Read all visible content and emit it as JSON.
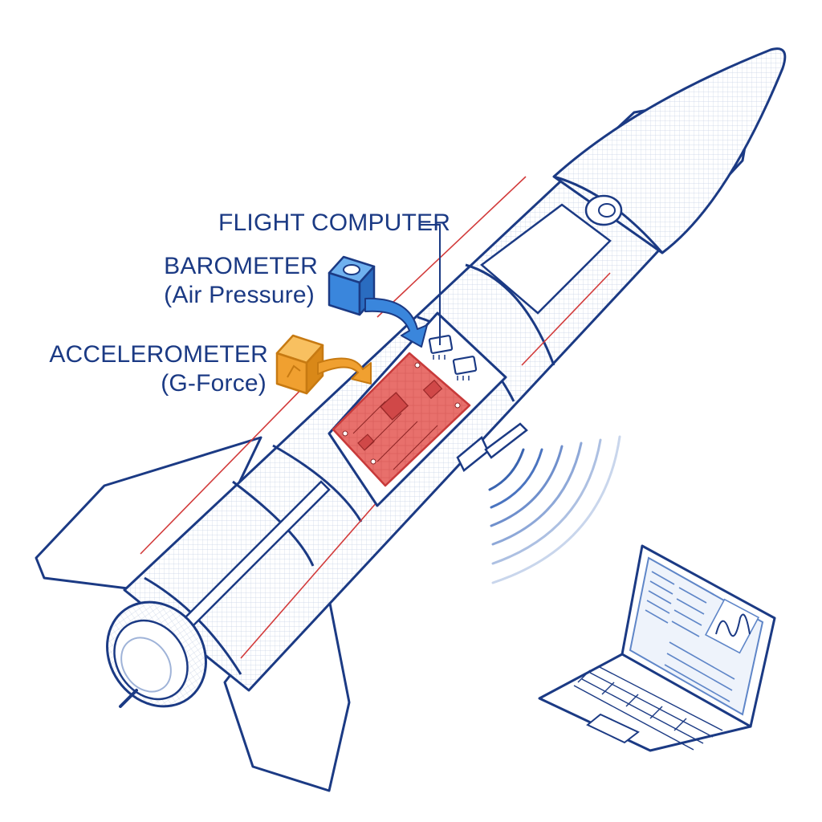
{
  "labels": {
    "flight_computer": "FLIGHT COMPUTER",
    "barometer": "BAROMETER",
    "barometer_sub": "(Air Pressure)",
    "accelerometer": "ACCELEROMETER",
    "accelerometer_sub": "(G-Force)"
  },
  "colors": {
    "outline": "#1b3a84",
    "outline_light": "#9fb3d8",
    "text": "#1b3a84",
    "accent_red": "#d23a3a",
    "board_red": "#e05a5a",
    "barometer_blue": "#3a86dc",
    "accelerometer_orange": "#f0a030",
    "screen_blue": "#5f86c8"
  },
  "icons": {
    "barometer_cube": "cube-icon",
    "accelerometer_cube": "cube-icon",
    "arrow": "curved-arrow-icon",
    "signal": "wireless-signal-icon",
    "laptop": "laptop-icon"
  }
}
